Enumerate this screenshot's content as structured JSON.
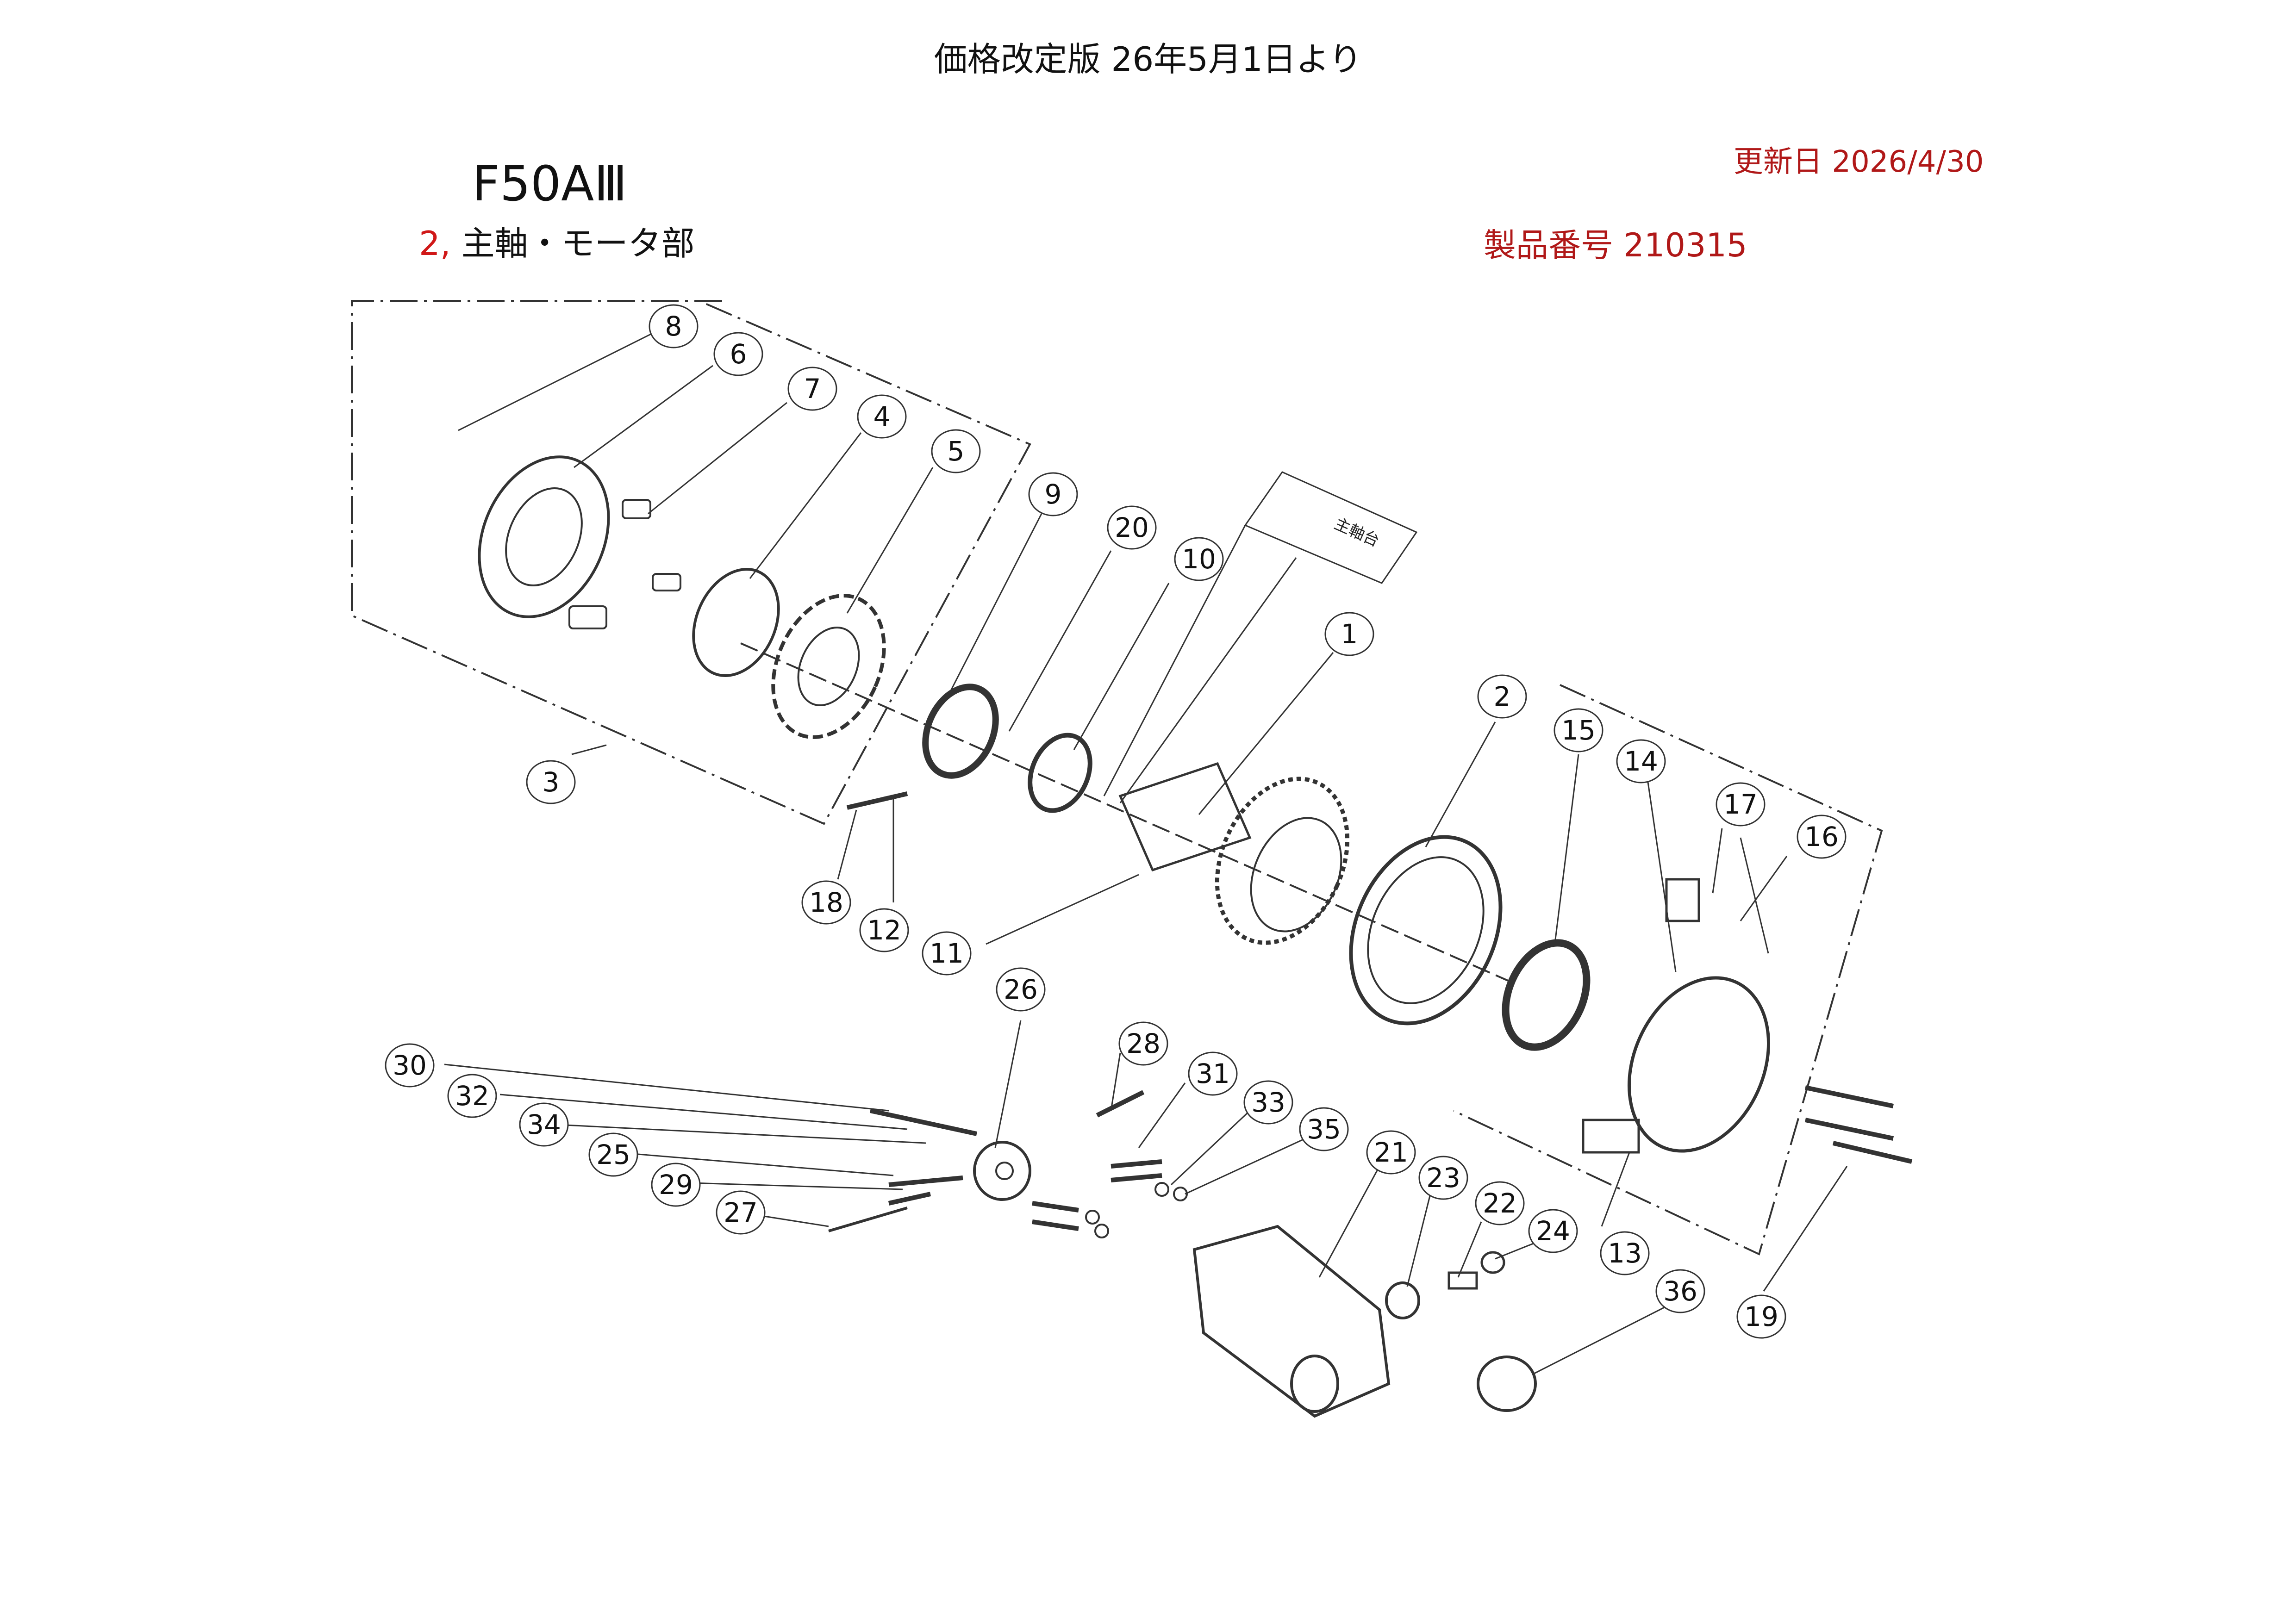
{
  "header": {
    "price_revision": "価格改定版 26年5月1日より"
  },
  "model": "F50AⅢ",
  "section": {
    "number": "2,",
    "title": "主軸・モータ部"
  },
  "updated": {
    "label": "更新日",
    "date": "2026/4/30"
  },
  "product": {
    "label": "製品番号",
    "code": "210315"
  },
  "diagram": {
    "note": "主軸台",
    "callouts": [
      "1",
      "2",
      "3",
      "4",
      "5",
      "6",
      "7",
      "8",
      "9",
      "10",
      "11",
      "12",
      "13",
      "14",
      "15",
      "16",
      "17",
      "18",
      "19",
      "20",
      "21",
      "22",
      "23",
      "24",
      "25",
      "26",
      "27",
      "28",
      "29",
      "30",
      "31",
      "32",
      "33",
      "34",
      "35",
      "36"
    ]
  }
}
